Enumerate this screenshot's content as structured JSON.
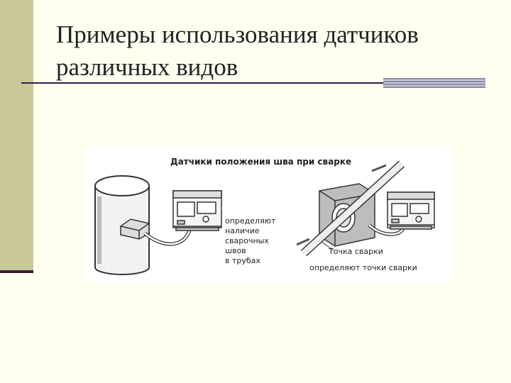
{
  "slide": {
    "title_line1": "Примеры использования датчиков",
    "title_line2": "различных видов"
  },
  "figure": {
    "heading": "Датчики положения шва при сварке",
    "desc_lines": [
      "определяют",
      "наличие",
      "сварочных",
      "швов",
      "в трубах"
    ],
    "weld_point_label": "Точка сварки",
    "detect_label": "определяют точки сварки"
  }
}
